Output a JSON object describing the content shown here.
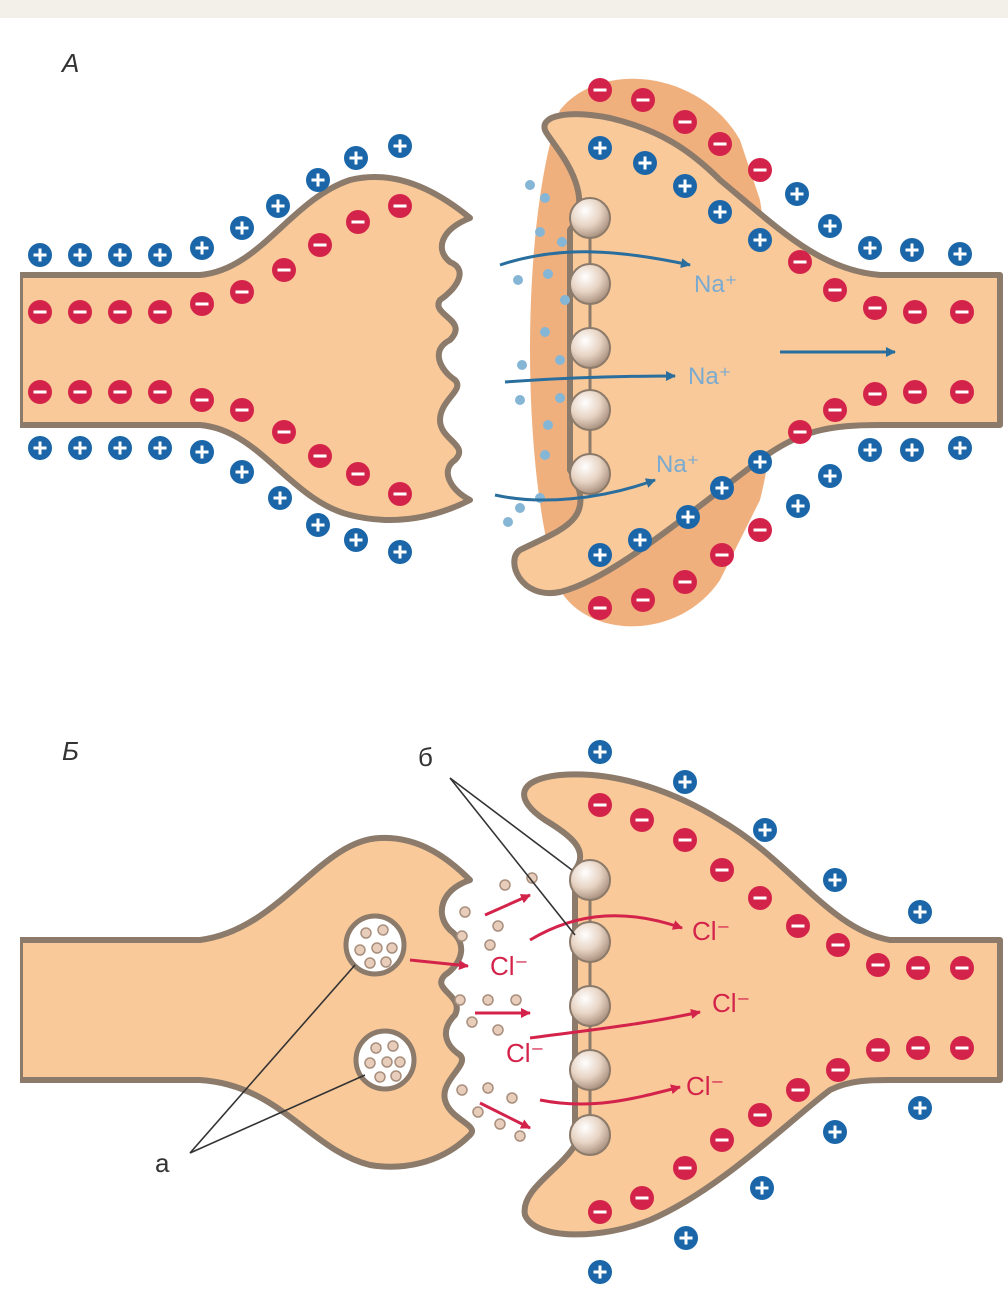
{
  "panels": {
    "A": {
      "label": "А",
      "ions": [
        "Na⁺",
        "Na⁺",
        "Na⁺"
      ]
    },
    "B": {
      "label": "Б",
      "ions": [
        "Cl⁻",
        "Cl⁻",
        "Cl⁻",
        "Cl⁻"
      ],
      "label_a": "а",
      "label_b": "б"
    }
  },
  "colors": {
    "background": "#f3efe9",
    "frame": "#ffffff",
    "cytoplasm": "#f9c99a",
    "membrane": "#8c7a6a",
    "postsynaptic_zone": "#f0b07e",
    "positive_charge": "#1a66a8",
    "negative_charge": "#d4234a",
    "na_arrow": "#2a6e9e",
    "cl_arrow": "#d4234a",
    "transmitter": "#85b6d6"
  }
}
